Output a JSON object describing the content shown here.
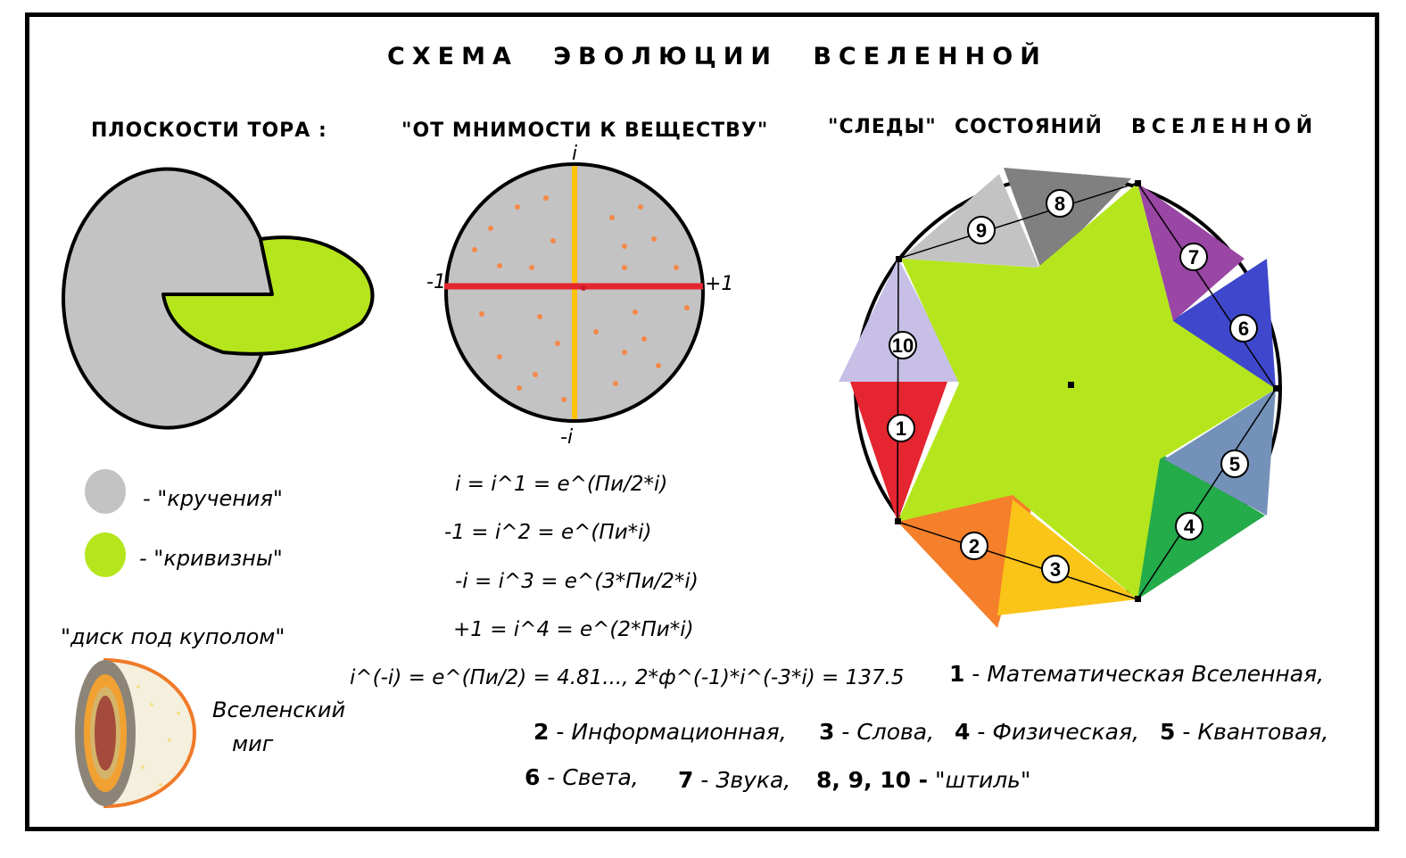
{
  "title": "СХЕМА ЭВОЛЮЦИИ ВСЕЛЕННОЙ",
  "headers": {
    "torus": "ПЛОСКОСТИ ТОРА :",
    "imaginary": "\"ОТ МНИМОСТИ К ВЕЩЕСТВУ\"",
    "traces_1": "\"СЛЕДЫ\"",
    "traces_2": "СОСТОЯНИЙ",
    "traces_3": "ВСЕЛЕННОЙ"
  },
  "legend": {
    "torsion": "-  \"кручения\"",
    "curvature": "-  \"кривизны\""
  },
  "disk": {
    "label": "\"диск под куполом\"",
    "caption_1": "Вселенский",
    "caption_2": "миг"
  },
  "axes": {
    "top": "i",
    "bottom": "-i",
    "left": "-1",
    "right": "+1"
  },
  "formulas": [
    "i = i^1 = e^(Пи/2*i)",
    "-1 = i^2 = e^(Пи*i)",
    "-i = i^3 = e^(3*Пи/2*i)",
    "+1 = i^4 = e^(2*Пи*i)",
    "i^(-i) = e^(Пи/2) = 4.81...,   2*ф^(-1)*i^(-3*i) = 137.5"
  ],
  "states": [
    {
      "n": "1",
      "name": "Математическая Вселенная,",
      "color": "#e52530"
    },
    {
      "n": "2",
      "name": "Информационная,",
      "color": "#f57f2a"
    },
    {
      "n": "3",
      "name": "Слова,",
      "color": "#fbc419"
    },
    {
      "n": "4",
      "name": "Физическая,",
      "color": "#24ab4a"
    },
    {
      "n": "5",
      "name": "Квантовая,",
      "color": "#7491b9"
    },
    {
      "n": "6",
      "name": "Света,",
      "color": "#3f48cc"
    },
    {
      "n": "7",
      "name": "Звука,",
      "color": "#9a46a4"
    },
    {
      "n": "8",
      "name": "",
      "color": "#808080"
    },
    {
      "n": "9",
      "name": "",
      "color": "#c3c3c3"
    },
    {
      "n": "10",
      "name": "",
      "color": "#c8bfe7"
    }
  ],
  "calm": {
    "nums": "8,  9,  10  -",
    "name": "\"штиль\""
  },
  "colors": {
    "grey": "#c3c3c3",
    "green": "#b5e61d",
    "red": "#e52530",
    "orange": "#ffc20e"
  }
}
